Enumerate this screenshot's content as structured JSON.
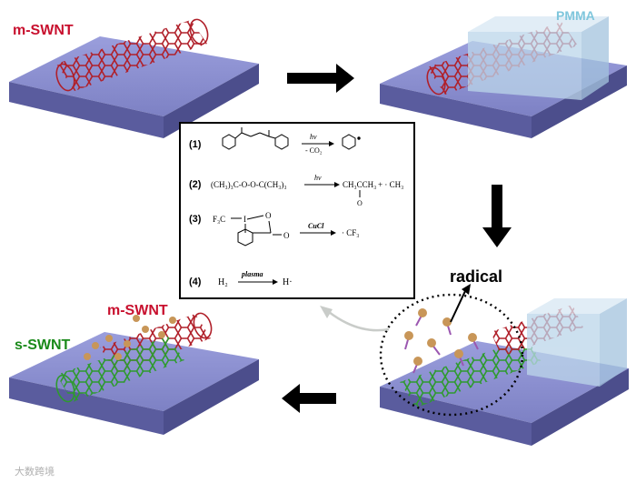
{
  "labels": {
    "m_swnt_top": "m-SWNT",
    "pmma": "PMMA",
    "radical": "radical",
    "m_swnt_bottom": "m-SWNT",
    "s_swnt": "s-SWNT",
    "watermark": "大数跨境"
  },
  "colors": {
    "substrate_top": "#8b8fd0",
    "substrate_side": "#5a5c9e",
    "metallic_tube": "#b0202a",
    "semiconducting_tube": "#2e9a2e",
    "pmma_block": "#bcd6ea",
    "pmma_label": "#7fc6dc",
    "label_red": "#c8102e",
    "label_green": "#1a8a1a",
    "radical_head": "#c89658",
    "radical_tail": "#9b57b0",
    "arrow": "#000000"
  },
  "reactions": [
    {
      "number": "(1)",
      "condition_top": "hv",
      "condition_bottom": "- CO₂"
    },
    {
      "number": "(2)",
      "reactant": "(CH₃)₃C-O-O-C(CH₃)₃",
      "condition_top": "hv",
      "product_1": "CH₃CCH₃",
      "product_1_sub": "O",
      "product_2": "+ · CH₃"
    },
    {
      "number": "(3)",
      "group_1": "F₃C",
      "group_2": "I",
      "group_3": "O",
      "group_4": "O",
      "condition_top": "CuCl",
      "product": "· CF₃"
    },
    {
      "number": "(4)",
      "reactant": "H₂",
      "condition_top": "plasma",
      "product": "H·"
    }
  ]
}
